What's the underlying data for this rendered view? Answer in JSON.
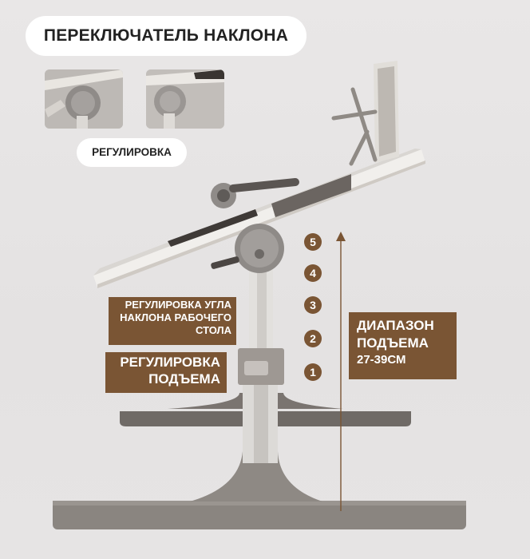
{
  "title": "ПЕРЕКЛЮЧАТЕЛЬ НАКЛОНА",
  "subtitle": "РЕГУЛИРОВКА",
  "thumbnails": [
    {
      "name": "tilt-knob-closeup-1"
    },
    {
      "name": "tilt-knob-closeup-2"
    }
  ],
  "labels": {
    "tilt_adjust": [
      "РЕГУЛИРОВКА УГЛА",
      "НАКЛОНА РАБОЧЕГО",
      "СТОЛА"
    ],
    "lift_adjust": [
      "РЕГУЛИРОВКА",
      "ПОДЪЕМА"
    ],
    "range": [
      "ДИАПАЗОН",
      "ПОДЪЕМА",
      "27-39СМ"
    ]
  },
  "height_steps": [
    "5",
    "4",
    "3",
    "2",
    "1"
  ],
  "colors": {
    "accent": "#7a5534",
    "table_top": "#e9e6e1",
    "stand": "#7e7772",
    "base": "#8a8580"
  }
}
